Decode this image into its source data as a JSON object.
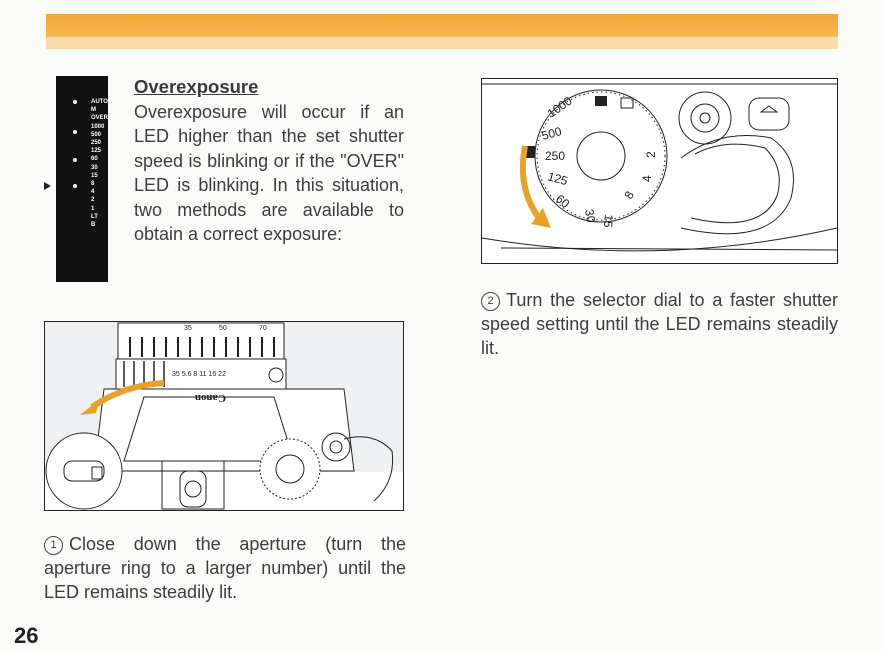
{
  "page": {
    "heading": "Overexposure",
    "intro": "Overexposure will occur if an LED higher than the set shutter speed is blinking or if the \"OVER\" LED is blinking. In this situation, two methods are available to obtain a correct exposure:",
    "page_number": "26"
  },
  "finder_scale": [
    "AUTO",
    "M",
    "OVER",
    "1000",
    "500",
    "250",
    "125",
    "60",
    "30",
    "15",
    "8",
    "4",
    "2",
    "1",
    "LT",
    "B"
  ],
  "steps": [
    {
      "number": "1",
      "text": "Close down the aperture (turn the aperture ring to a larger number) until the LED remains steadily lit."
    },
    {
      "number": "2",
      "text": "Turn the selector dial to a faster shutter speed setting until the LED remains steadily lit."
    }
  ],
  "figure_left": {
    "ring_scale": "35   5.6  8   11  16  22",
    "ring_top": [
      "35",
      "50",
      "70"
    ],
    "brand": "Canon"
  },
  "figure_right": {
    "dial_speeds": [
      "1000",
      "500",
      "250",
      "125",
      "60",
      "30",
      "15",
      "8",
      "4",
      "2"
    ]
  },
  "colors": {
    "band": "#f2a93a",
    "arrow": "#e9a128"
  }
}
